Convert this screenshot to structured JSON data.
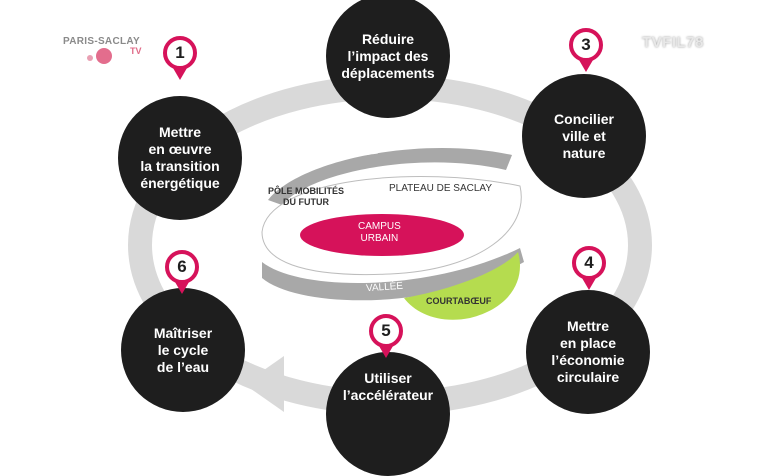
{
  "logos": {
    "channel_name": "PARIS-SACLAY",
    "channel_tv": "TV",
    "broadcaster": "TVFIL78"
  },
  "nodes": [
    {
      "id": "1",
      "number": "1",
      "label": "Mettre\nen œuvre\nla transition\nénergétique"
    },
    {
      "id": "2",
      "number": "",
      "label": "Réduire\nl’impact des\ndéplacements"
    },
    {
      "id": "3",
      "number": "3",
      "label": "Concilier\nville et\nnature"
    },
    {
      "id": "4",
      "number": "4",
      "label": "Mettre\nen place\nl’économie\ncirculaire"
    },
    {
      "id": "5",
      "number": "5",
      "label": "Utiliser\nl’accélérateur"
    },
    {
      "id": "6",
      "number": "6",
      "label": "Maîtriser\nle cycle\nde l’eau"
    }
  ],
  "map": {
    "vallee_top": "VALLÉE",
    "pole": "PÔLE MOBILITÉS\nDU FUTUR",
    "plateau": "PLATEAU DE SACLAY",
    "campus": "CAMPUS\nURBAIN",
    "vallee_bottom": "VALLÉE",
    "courtaboeuf": "COURTABŒUF"
  },
  "colors": {
    "node_fill": "#1e1e1e",
    "accent_pin": "#d6125a",
    "ring": "#d9d9d9",
    "campus": "#d6125a",
    "courtaboeuf": "#b5dc4f",
    "plateau_band": "#a8a8a8"
  }
}
